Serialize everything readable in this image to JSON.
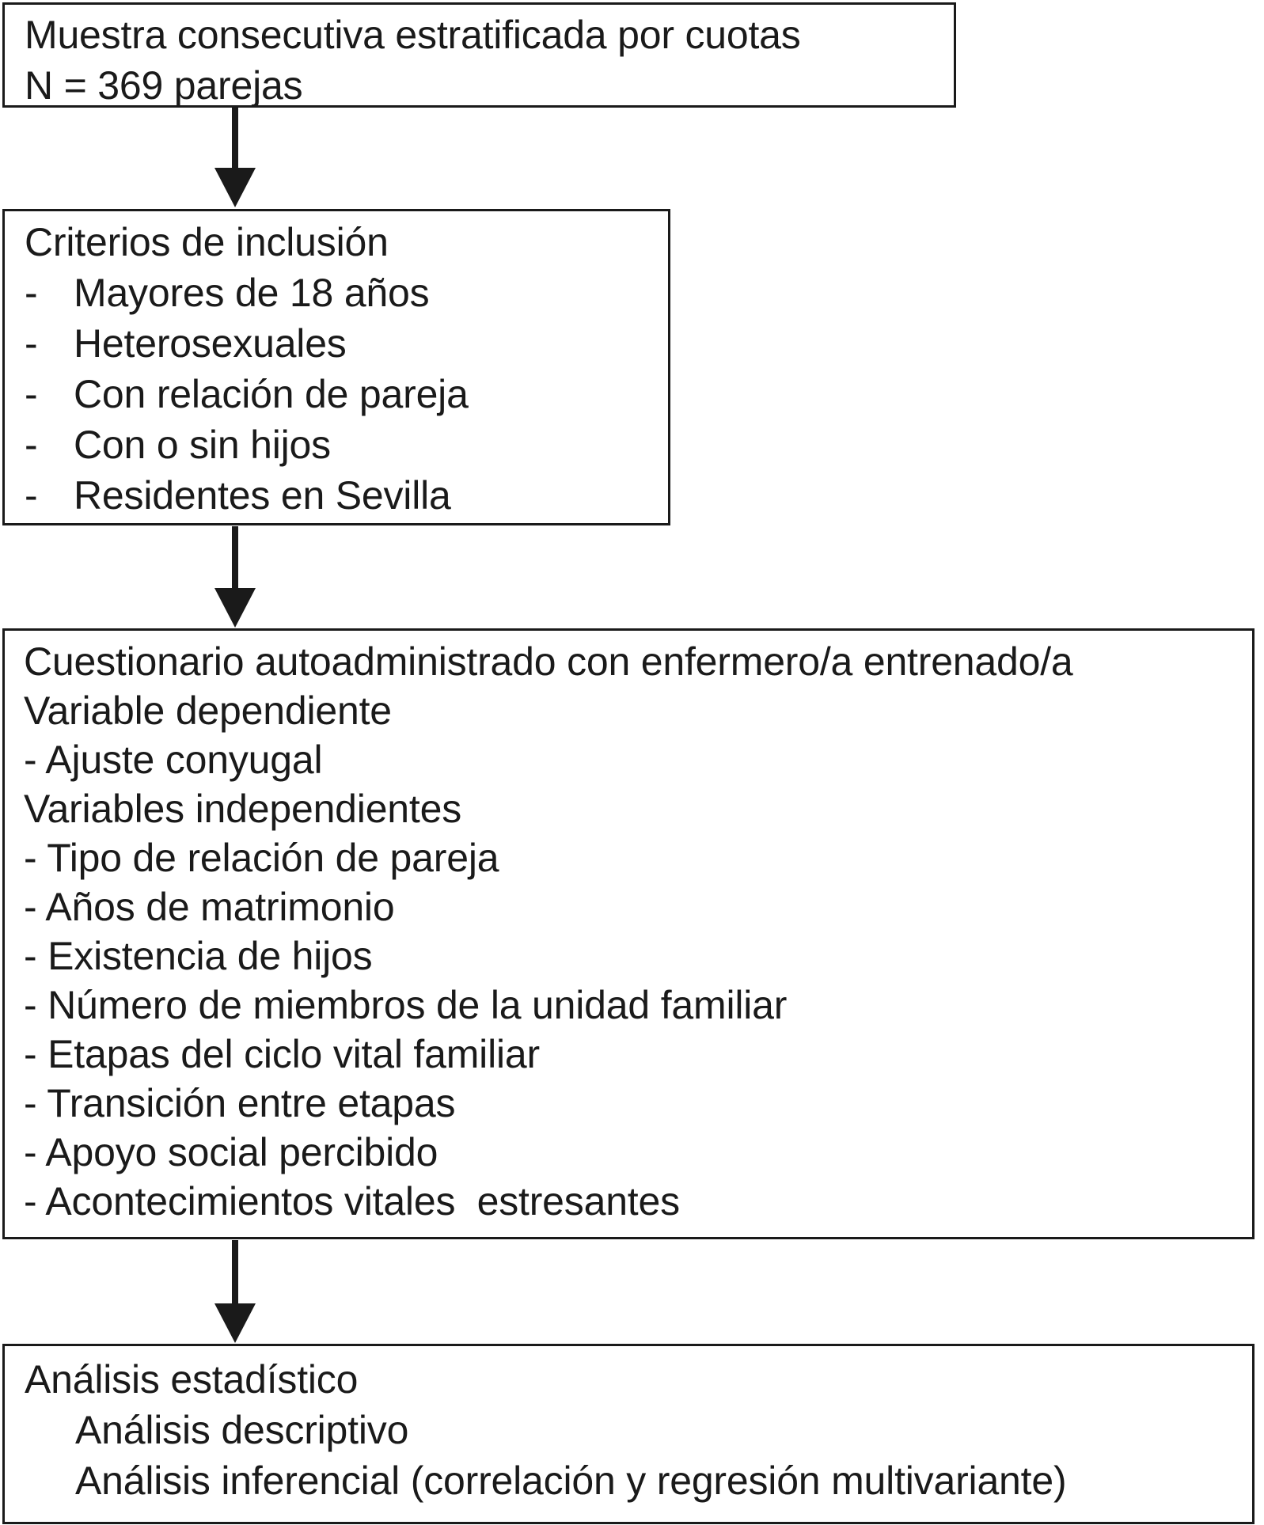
{
  "flowchart": {
    "boxes": [
      {
        "id": "sample",
        "lines": [
          "Muestra consecutiva estratificada por cuotas",
          "N = 369 parejas"
        ]
      },
      {
        "id": "criteria",
        "heading": "Criterios de inclusión",
        "dash": "-",
        "items": [
          "Mayores de 18 años",
          "Heterosexuales",
          "Con relación de pareja",
          "Con o sin hijos",
          "Residentes en Sevilla"
        ]
      },
      {
        "id": "questionnaire",
        "lines": [
          "Cuestionario autoadministrado con enfermero/a entrenado/a",
          "Variable dependiente",
          "- Ajuste conyugal",
          "Variables independientes",
          "- Tipo de relación de pareja",
          "- Años de matrimonio",
          "- Existencia de hijos",
          "- Número de miembros de la unidad familiar",
          "- Etapas del ciclo vital familiar",
          "- Transición entre etapas",
          "- Apoyo social percibido",
          "- Acontecimientos vitales  estresantes"
        ]
      },
      {
        "id": "analysis",
        "lines": [
          "Análisis estadístico",
          "Análisis descriptivo",
          "Análisis inferencial (correlación y regresión multivariante)"
        ]
      }
    ],
    "arrows": [
      {
        "name": "arrow-sample-to-criteria"
      },
      {
        "name": "arrow-criteria-to-questionnaire"
      },
      {
        "name": "arrow-questionnaire-to-analysis"
      }
    ],
    "colors": {
      "ink": "#1a1a1a",
      "paper": "#ffffff"
    }
  }
}
